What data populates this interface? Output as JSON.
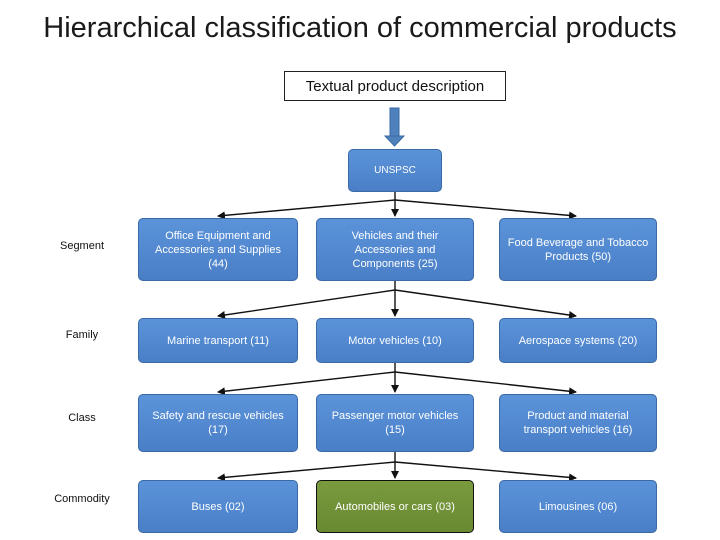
{
  "title": "Hierarchical classification of commercial products",
  "input_box": "Textual product description",
  "root": "UNSPSC",
  "levels": [
    "Segment",
    "Family",
    "Class",
    "Commodity"
  ],
  "rows": [
    [
      "Office Equipment and Accessories and Supplies (44)",
      "Vehicles and their Accessories and Components (25)",
      "Food Beverage and Tobacco Products (50)"
    ],
    [
      "Marine transport (11)",
      "Motor vehicles (10)",
      "Aerospace systems (20)"
    ],
    [
      "Safety and rescue vehicles (17)",
      "Passenger motor vehicles (15)",
      "Product and material transport vehicles (16)"
    ],
    [
      "Buses (02)",
      "Automobiles or cars (03)",
      "Limousines (06)"
    ]
  ],
  "colors": {
    "node_blue": "#4f86cf",
    "node_highlight": "#738f39",
    "arrow_blue": "#4f81bd"
  }
}
